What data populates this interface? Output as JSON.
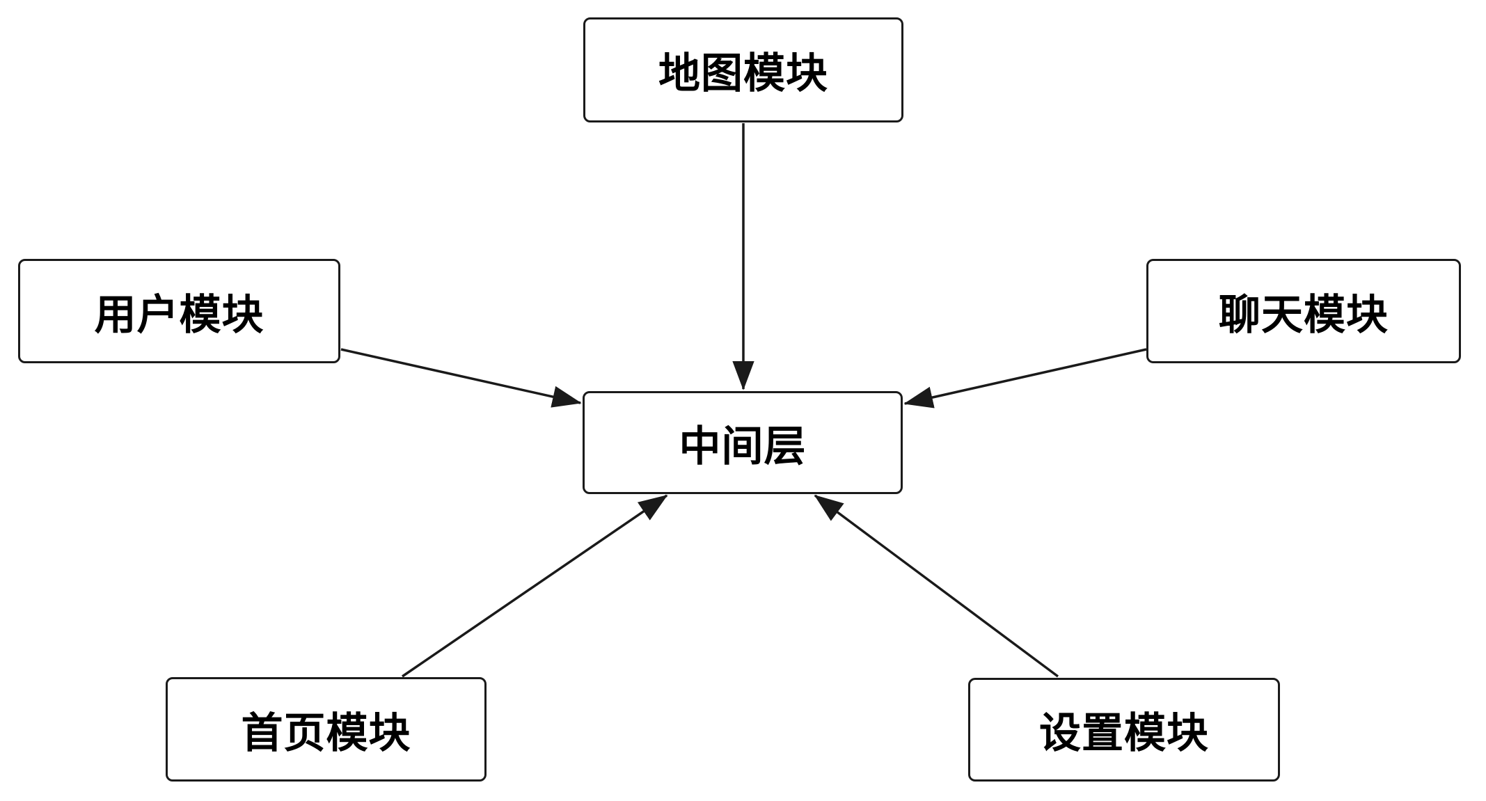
{
  "diagram": {
    "kind": "module-architecture-diagram",
    "nodes": {
      "map": {
        "label": "地图模块"
      },
      "user": {
        "label": "用户模块"
      },
      "chat": {
        "label": "聊天模块"
      },
      "center": {
        "label": "中间层"
      },
      "home": {
        "label": "首页模块"
      },
      "settings": {
        "label": "设置模块"
      }
    },
    "edges": [
      {
        "from": "地图模块",
        "to": "中间层"
      },
      {
        "from": "用户模块",
        "to": "中间层"
      },
      {
        "from": "聊天模块",
        "to": "中间层"
      },
      {
        "from": "首页模块",
        "to": "中间层"
      },
      {
        "from": "设置模块",
        "to": "中间层"
      }
    ],
    "colors": {
      "background": "#ffffff",
      "box_fill": "#ffffff",
      "box_border": "#1a1a1a",
      "text": "#000000",
      "arrow": "#1a1a1a"
    }
  }
}
